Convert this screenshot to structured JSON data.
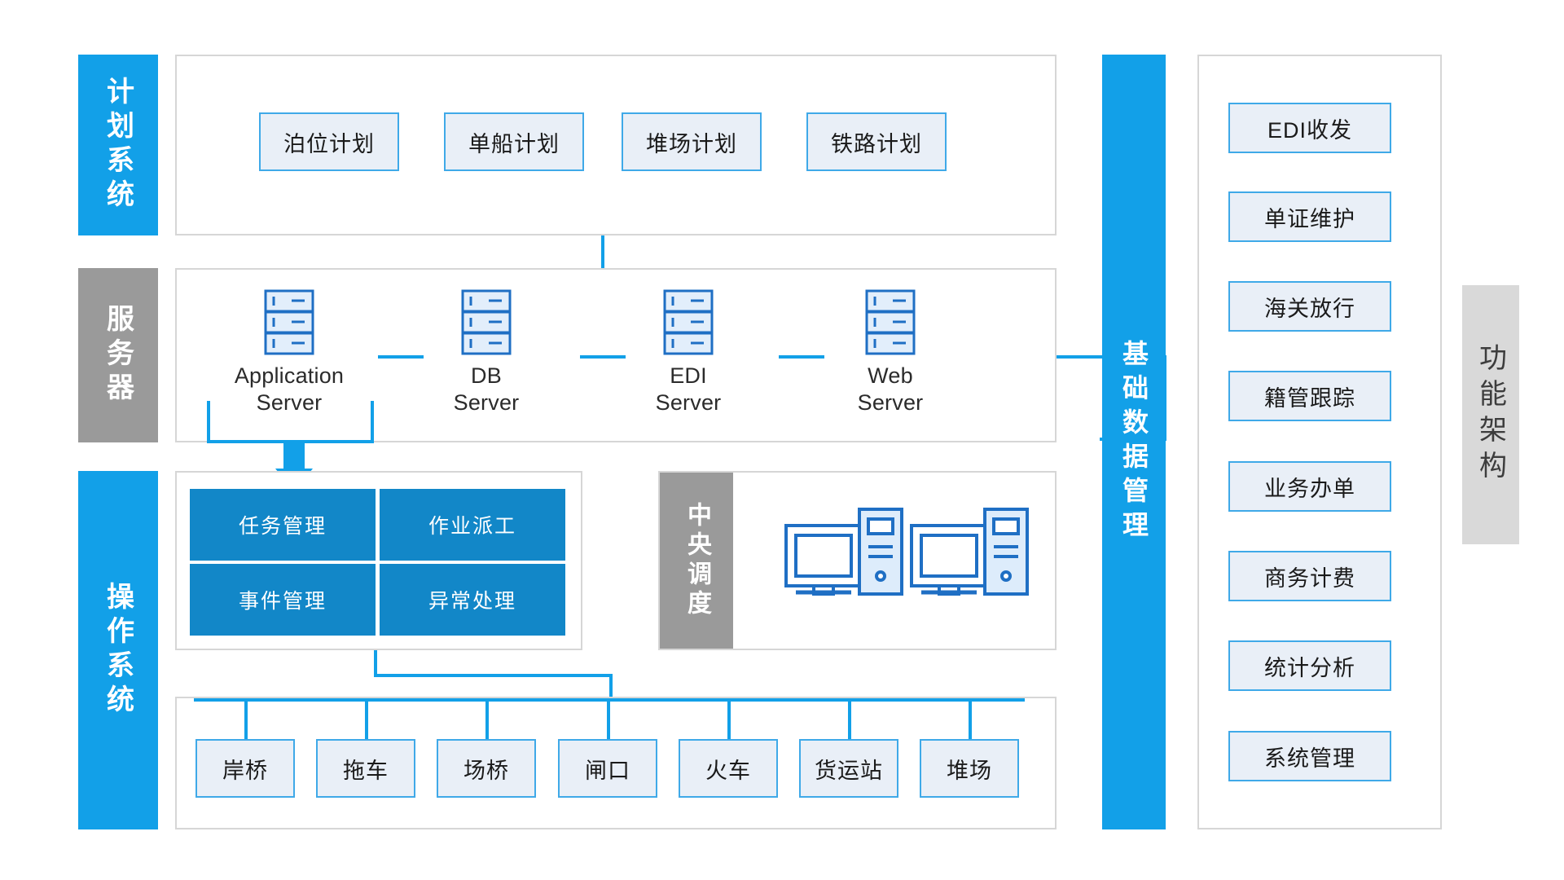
{
  "diagram": {
    "title_right": "功能架构",
    "colors": {
      "accent_blue": "#12a0e8",
      "tile_blue": "#1287c8",
      "box_border": "#3fa9e8",
      "box_fill": "#e9eff7",
      "grey_bar": "#9a9a9a",
      "light_grey_bar": "#d9d9d9",
      "frame_border": "#d6d6d6"
    }
  },
  "plan_system": {
    "label": "计划系统",
    "items": [
      {
        "label": "泊位计划"
      },
      {
        "label": "单船计划"
      },
      {
        "label": "堆场计划"
      },
      {
        "label": "铁路计划"
      }
    ]
  },
  "server_layer": {
    "label": "服务器",
    "items": [
      {
        "icon": "server-rack-icon",
        "line1": "Application",
        "line2": "Server"
      },
      {
        "icon": "server-rack-icon",
        "line1": "DB",
        "line2": "Server"
      },
      {
        "icon": "server-rack-icon",
        "line1": "EDI",
        "line2": "Server"
      },
      {
        "icon": "server-rack-icon",
        "line1": "Web",
        "line2": "Server"
      }
    ]
  },
  "operation_system": {
    "label": "操作系统",
    "tiles": [
      {
        "label": "任务管理"
      },
      {
        "label": "作业派工"
      },
      {
        "label": "事件管理"
      },
      {
        "label": "异常处理"
      }
    ],
    "central_dispatch": {
      "label": "中央调度",
      "icon": "desktop-computer-icon",
      "count": 2
    },
    "equipment": [
      {
        "label": "岸桥"
      },
      {
        "label": "拖车"
      },
      {
        "label": "场桥"
      },
      {
        "label": "闸口"
      },
      {
        "label": "火车"
      },
      {
        "label": "货运站"
      },
      {
        "label": "堆场"
      }
    ]
  },
  "basic_data": {
    "label": "基础数据管理",
    "functions": [
      {
        "label": "EDI收发"
      },
      {
        "label": "单证维护"
      },
      {
        "label": "海关放行"
      },
      {
        "label": "籍管跟踪"
      },
      {
        "label": "业务办单"
      },
      {
        "label": "商务计费"
      },
      {
        "label": "统计分析"
      },
      {
        "label": "系统管理"
      }
    ]
  }
}
